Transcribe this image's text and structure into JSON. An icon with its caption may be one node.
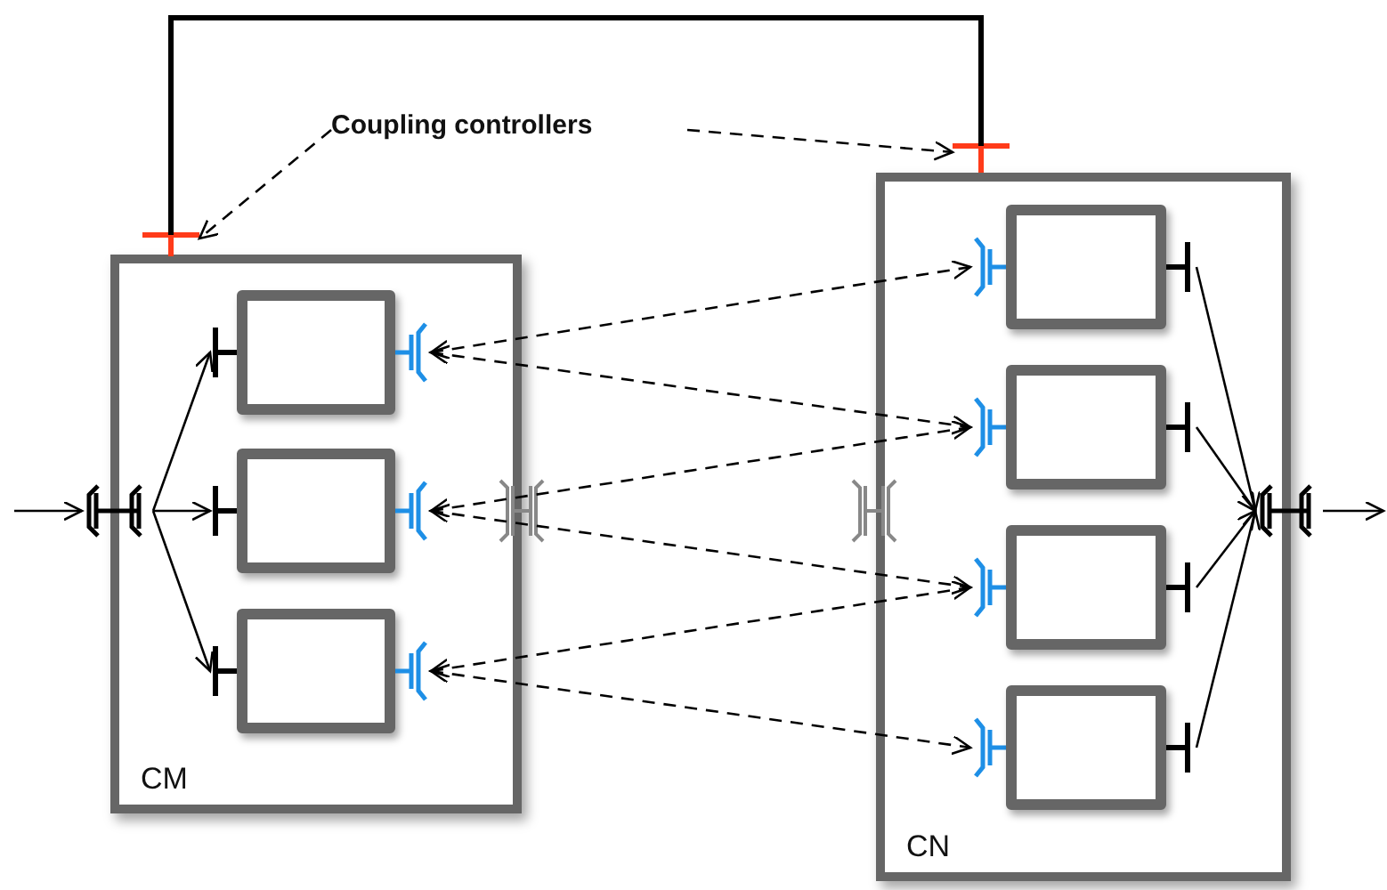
{
  "diagram": {
    "nodes": [
      {
        "text": [
          "CM"
        ]
      },
      {
        "text": [],
        "shape": "box",
        "in": 0
      },
      {
        "text": [],
        "shape": "box",
        "in": 0
      },
      {
        "text": [],
        "shape": "box",
        "in": 0
      },
      {
        "text": [
          "CN"
        ]
      },
      {
        "text": [],
        "shape": "box",
        "in": 4
      },
      {
        "text": [],
        "shape": "box",
        "in": 4
      },
      {
        "text": [],
        "shape": "box",
        "in": 4
      },
      {
        "text": [],
        "shape": "box",
        "in": 4
      },
      {
        "text": [
          "Coupling controllers"
        ]
      },
      {
        "text": [],
        "shape": "cross"
      },
      {
        "text": [],
        "shape": "cross"
      },
      {
        "text": [],
        "shape": "bracket"
      },
      {
        "text": [],
        "shape": "bracket"
      }
    ],
    "edges": [
      {
        "from": null,
        "to": 12,
        "arrow": "to"
      },
      {
        "from": 12,
        "to": 1,
        "arrow": "to"
      },
      {
        "from": 12,
        "to": 2,
        "arrow": "to"
      },
      {
        "from": 12,
        "to": 3,
        "arrow": "to"
      },
      {
        "from": 1,
        "to": 5,
        "arrow": "both",
        "style": "dashed"
      },
      {
        "from": 1,
        "to": 6,
        "arrow": "both",
        "style": "dashed"
      },
      {
        "from": 2,
        "to": 6,
        "arrow": "both",
        "style": "dashed"
      },
      {
        "from": 2,
        "to": 7,
        "arrow": "both",
        "style": "dashed"
      },
      {
        "from": 3,
        "to": 7,
        "arrow": "both",
        "style": "dashed"
      },
      {
        "from": 3,
        "to": 8,
        "arrow": "both",
        "style": "dashed"
      },
      {
        "from": 5,
        "to": 13,
        "arrow": "to"
      },
      {
        "from": 6,
        "to": 13,
        "arrow": "to"
      },
      {
        "from": 7,
        "to": 13,
        "arrow": "to"
      },
      {
        "from": 8,
        "to": 13,
        "arrow": "to"
      },
      {
        "from": 13,
        "to": null,
        "arrow": "to"
      },
      {
        "from": 9,
        "to": 10,
        "arrow": "to",
        "style": "dashed"
      },
      {
        "from": 9,
        "to": 11,
        "arrow": "to",
        "style": "dashed"
      },
      {
        "from": 10,
        "to": 11,
        "arrow": "none",
        "style": "thick"
      }
    ]
  }
}
